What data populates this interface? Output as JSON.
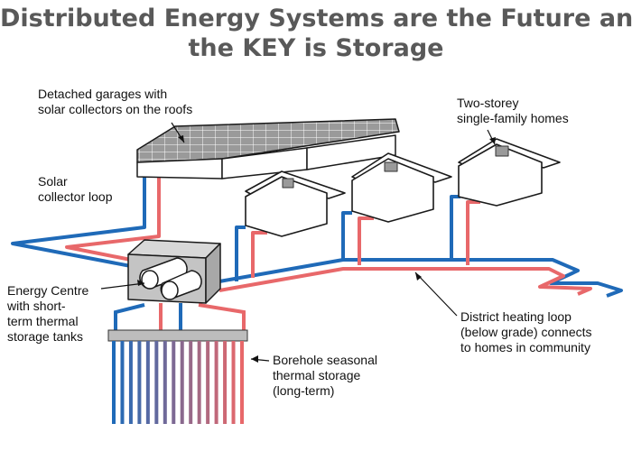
{
  "title": {
    "line1": "Distributed Energy Systems are the Future and",
    "line2": "the KEY is Storage"
  },
  "labels": {
    "garages": [
      "Detached garages with",
      "solar collectors on the roofs"
    ],
    "homes": [
      "Two-storey",
      "single-family homes"
    ],
    "solar_loop": [
      "Solar",
      "collector loop"
    ],
    "energy_centre": [
      "Energy Centre",
      "with short-",
      "term thermal",
      "storage tanks"
    ],
    "district_loop": [
      "District heating loop",
      "(below grade) connects",
      "to homes in community"
    ],
    "borehole": [
      "Borehole seasonal",
      "thermal storage",
      "(long-term)"
    ]
  },
  "colors": {
    "supply_pipe": "#e8686a",
    "return_pipe": "#1f6ab8",
    "building_fill": "#ffffff",
    "outline": "#1a1a1a",
    "energy_centre_fill": "#c9c9c9",
    "solar_panel": "#8c8c8c",
    "title": "#595959"
  }
}
